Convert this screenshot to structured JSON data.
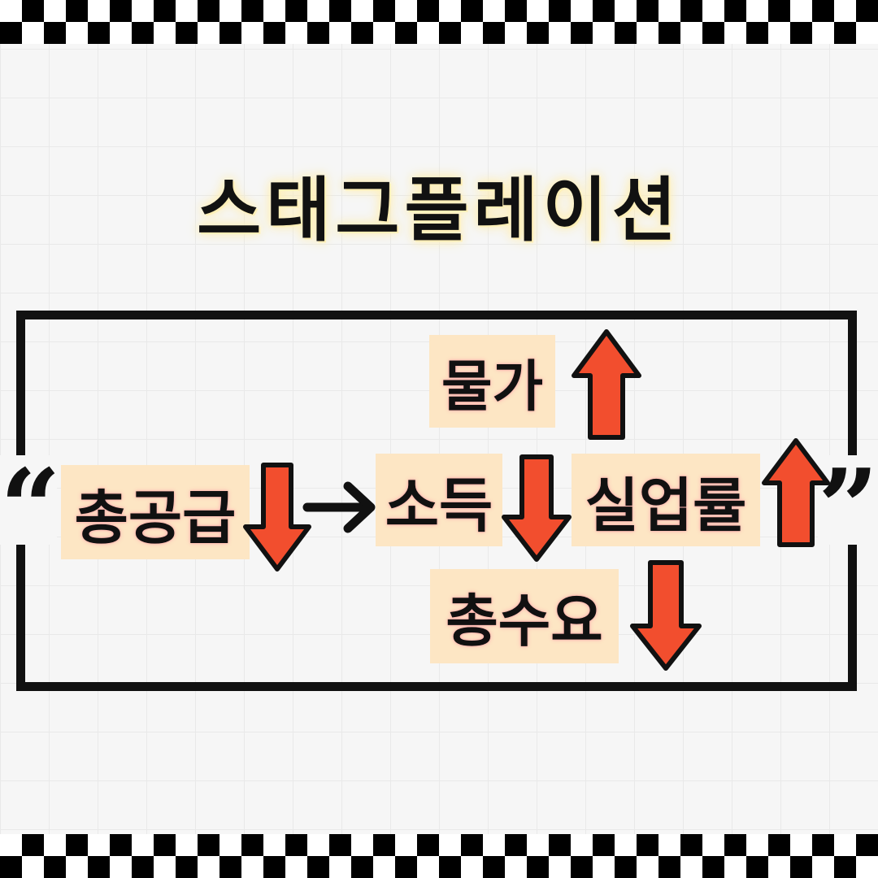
{
  "title": "스태그플레이션",
  "quotes": {
    "open": "“",
    "close": "”"
  },
  "nodes": {
    "aggregate_supply": "총공급",
    "income": "소득",
    "price_level": "물가",
    "unemployment": "실업률",
    "aggregate_demand": "총수요"
  },
  "colors": {
    "arrow_fill": "#f24e2e",
    "label_bg": "#fde6c4",
    "outline": "#111111"
  },
  "directions": {
    "aggregate_supply": "down",
    "income": "down",
    "price_level": "up",
    "unemployment": "up",
    "aggregate_demand": "down"
  }
}
